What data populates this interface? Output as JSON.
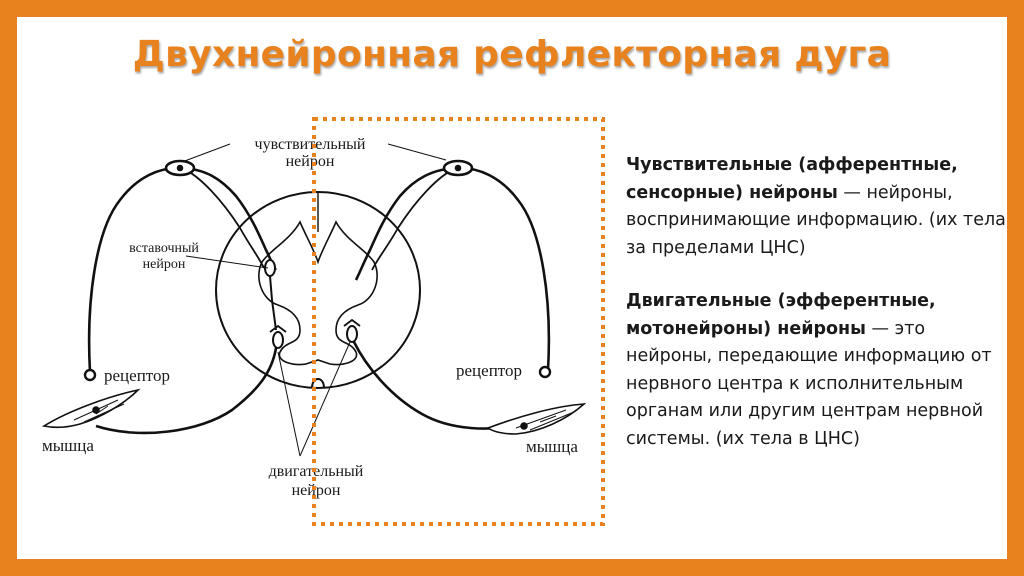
{
  "title": "Двухнейронная рефлекторная дуга",
  "diagram": {
    "label_sensory_line1": "чувствительный",
    "label_sensory_line2": "нейрон",
    "label_interneuron_line1": "вставочный",
    "label_interneuron_line2": "нейрон",
    "label_receptor_left": "рецептор",
    "label_receptor_right": "рецептор",
    "label_muscle_left": "мышца",
    "label_muscle_right": "мышца",
    "label_motor_line1": "двигательный",
    "label_motor_line2": "нейрон"
  },
  "text": {
    "p1_bold": "Чувствительные (афферентные, сенсорные) нейроны",
    "p1_rest": " — нейроны, воспринимающие информацию. (их тела за пределами ЦНС)",
    "p2_bold": "Двигательные (эфферентные, мотонейроны) нейроны",
    "p2_rest": " — это нейроны, передающие информацию от нервного центра к исполнительным органам или другим центрам нервной системы. (их тела в ЦНС)"
  },
  "colors": {
    "frame": "#e8821e",
    "title": "#e8821e",
    "highlight_box": "#e8821e"
  }
}
